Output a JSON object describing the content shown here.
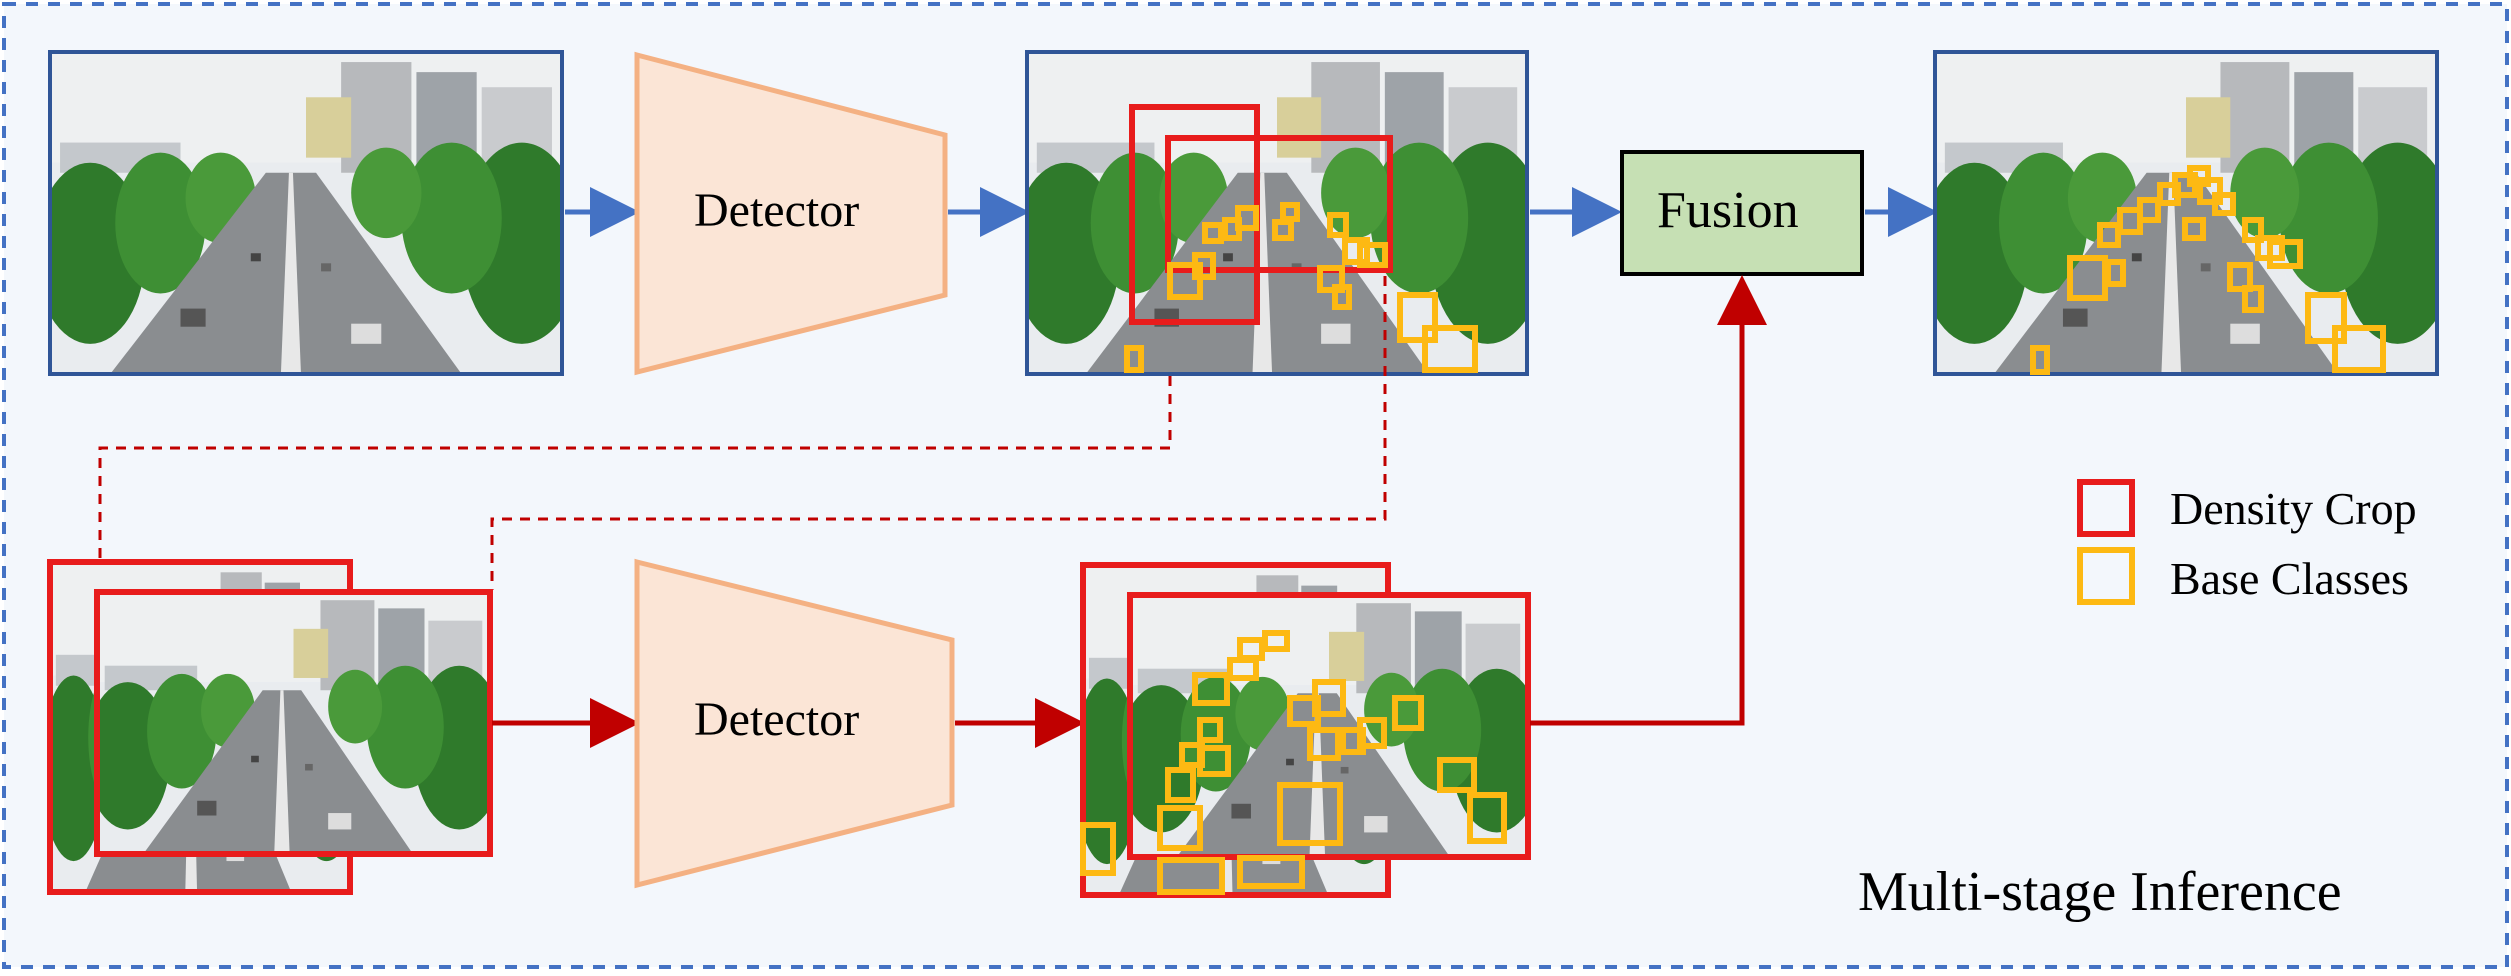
{
  "panel": {
    "title": "Multi-stage Inference",
    "border_color": "#4472C4",
    "background": "#F3F7FC"
  },
  "detectors": [
    {
      "label": "Detector"
    },
    {
      "label": "Detector"
    }
  ],
  "fusion": {
    "label": "Fusion",
    "fill": "#C6E0B4"
  },
  "legend": [
    {
      "label": "Density Crop",
      "color": "#E81C1C"
    },
    {
      "label": "Base Classes",
      "color": "#FDB913"
    }
  ],
  "colors": {
    "detector_fill": "#FBE5D6",
    "detector_stroke": "#F4B183",
    "arrow_blue": "#4472C4",
    "arrow_red": "#C00000",
    "crop_red": "#E81C1C",
    "box_yellow": "#FDB913"
  },
  "images": [
    {
      "name": "input-street-image",
      "description": "aerial street view with trees and buildings"
    },
    {
      "name": "detected-street-image",
      "description": "street view with density crops and base class boxes"
    },
    {
      "name": "fused-output-image",
      "description": "street view with fused base class boxes"
    },
    {
      "name": "density-crop-images",
      "description": "stacked zoomed-in crops"
    },
    {
      "name": "crop-detection-images",
      "description": "stacked crops with base class boxes"
    }
  ]
}
